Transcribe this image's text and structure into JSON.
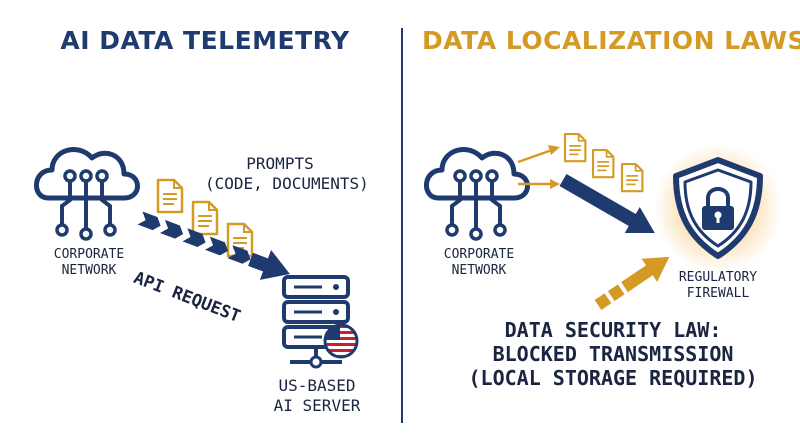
{
  "left": {
    "title": "AI DATA TELEMETRY",
    "source_label": [
      "CORPORATE",
      "NETWORK"
    ],
    "payload_label": [
      "PROMPTS",
      "(CODE, DOCUMENTS)"
    ],
    "arrow_label": "API REQUEST",
    "destination_label": [
      "US-BASED",
      "AI SERVER"
    ]
  },
  "right": {
    "title": "DATA LOCALIZATION LAWS",
    "source_label": [
      "CORPORATE",
      "NETWORK"
    ],
    "firewall_label": [
      "REGULATORY",
      "FIREWALL"
    ],
    "law_text": [
      "DATA SECURITY LAW:",
      "BLOCKED TRANSMISSION",
      "(LOCAL STORAGE REQUIRED)"
    ]
  },
  "icons": [
    "cloud-network-icon",
    "document-icon",
    "server-icon",
    "us-flag-icon",
    "shield-lock-icon"
  ],
  "colors": {
    "navy": "#1f3a6e",
    "gold": "#d49a24",
    "text": "#1b2440"
  }
}
